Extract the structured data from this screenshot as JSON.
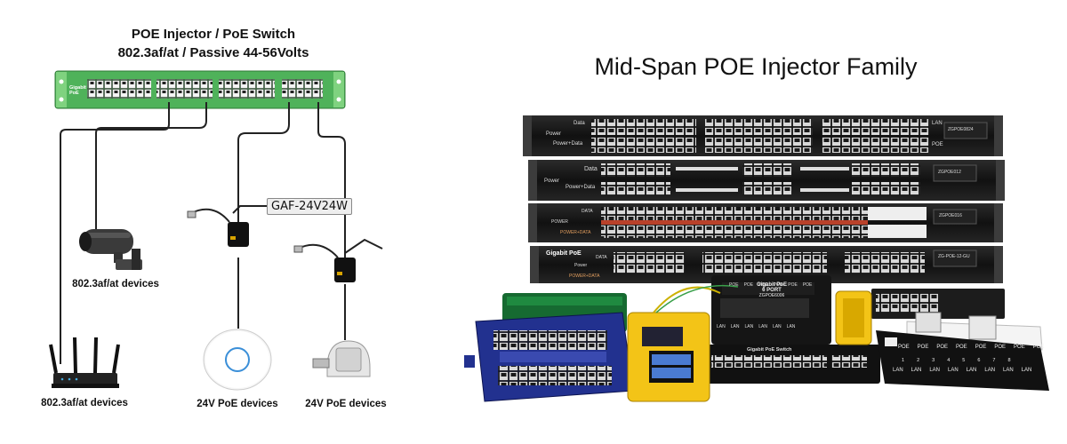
{
  "diagram": {
    "title_line1": "POE Injector / PoE Switch",
    "title_line2": "802.3af/at / Passive 44-56Volts",
    "panel_brand": "Gigabit PoE",
    "adapter_tag": "GAF-24V24W",
    "labels": {
      "camera": "802.3af/at devices",
      "router": "802.3af/at devices",
      "ap": "24V PoE devices",
      "radio": "24V PoE devices"
    }
  },
  "product": {
    "title": "Mid-Span POE Injector Family",
    "units": [
      {
        "left_top": "Data",
        "left_bottom": "Power+Data",
        "left_mid": "Power",
        "right_top": "LAN",
        "right_bottom": "POE",
        "model": "ZGPOE0824"
      },
      {
        "left_top": "Data",
        "left_bottom": "Power+Data",
        "left_mid": "Power",
        "model": "ZGPOE012"
      },
      {
        "left_top": "DATA",
        "left_bottom": "POWER+DATA",
        "left_mid": "POWER",
        "model": "ZGPOE016"
      },
      {
        "left_top": "DATA",
        "left_bottom": "POWER+DATA",
        "left_mid": "Power",
        "brand": "Gigabit PoE",
        "model": "ZG-POE-12-GU"
      }
    ],
    "injector6": {
      "brand": "Gigabit PoE",
      "subtitle": "6 PORT",
      "model": "ZGPOE6006",
      "ports_top": [
        "POE",
        "POE",
        "POE",
        "POE",
        "POE",
        "POE"
      ],
      "ports_bottom": [
        "LAN",
        "LAN",
        "LAN",
        "LAN",
        "LAN",
        "LAN"
      ]
    },
    "switch_label": "Gigabit PoE Switch",
    "strip_top": [
      "POE",
      "POE",
      "POE",
      "POE",
      "POE",
      "POE",
      "POE",
      "POE"
    ],
    "strip_bottom": [
      "LAN",
      "LAN",
      "LAN",
      "LAN",
      "LAN",
      "LAN",
      "LAN",
      "LAN"
    ],
    "strip_nums": [
      "1",
      "2",
      "3",
      "4",
      "5",
      "6",
      "7",
      "8"
    ]
  }
}
